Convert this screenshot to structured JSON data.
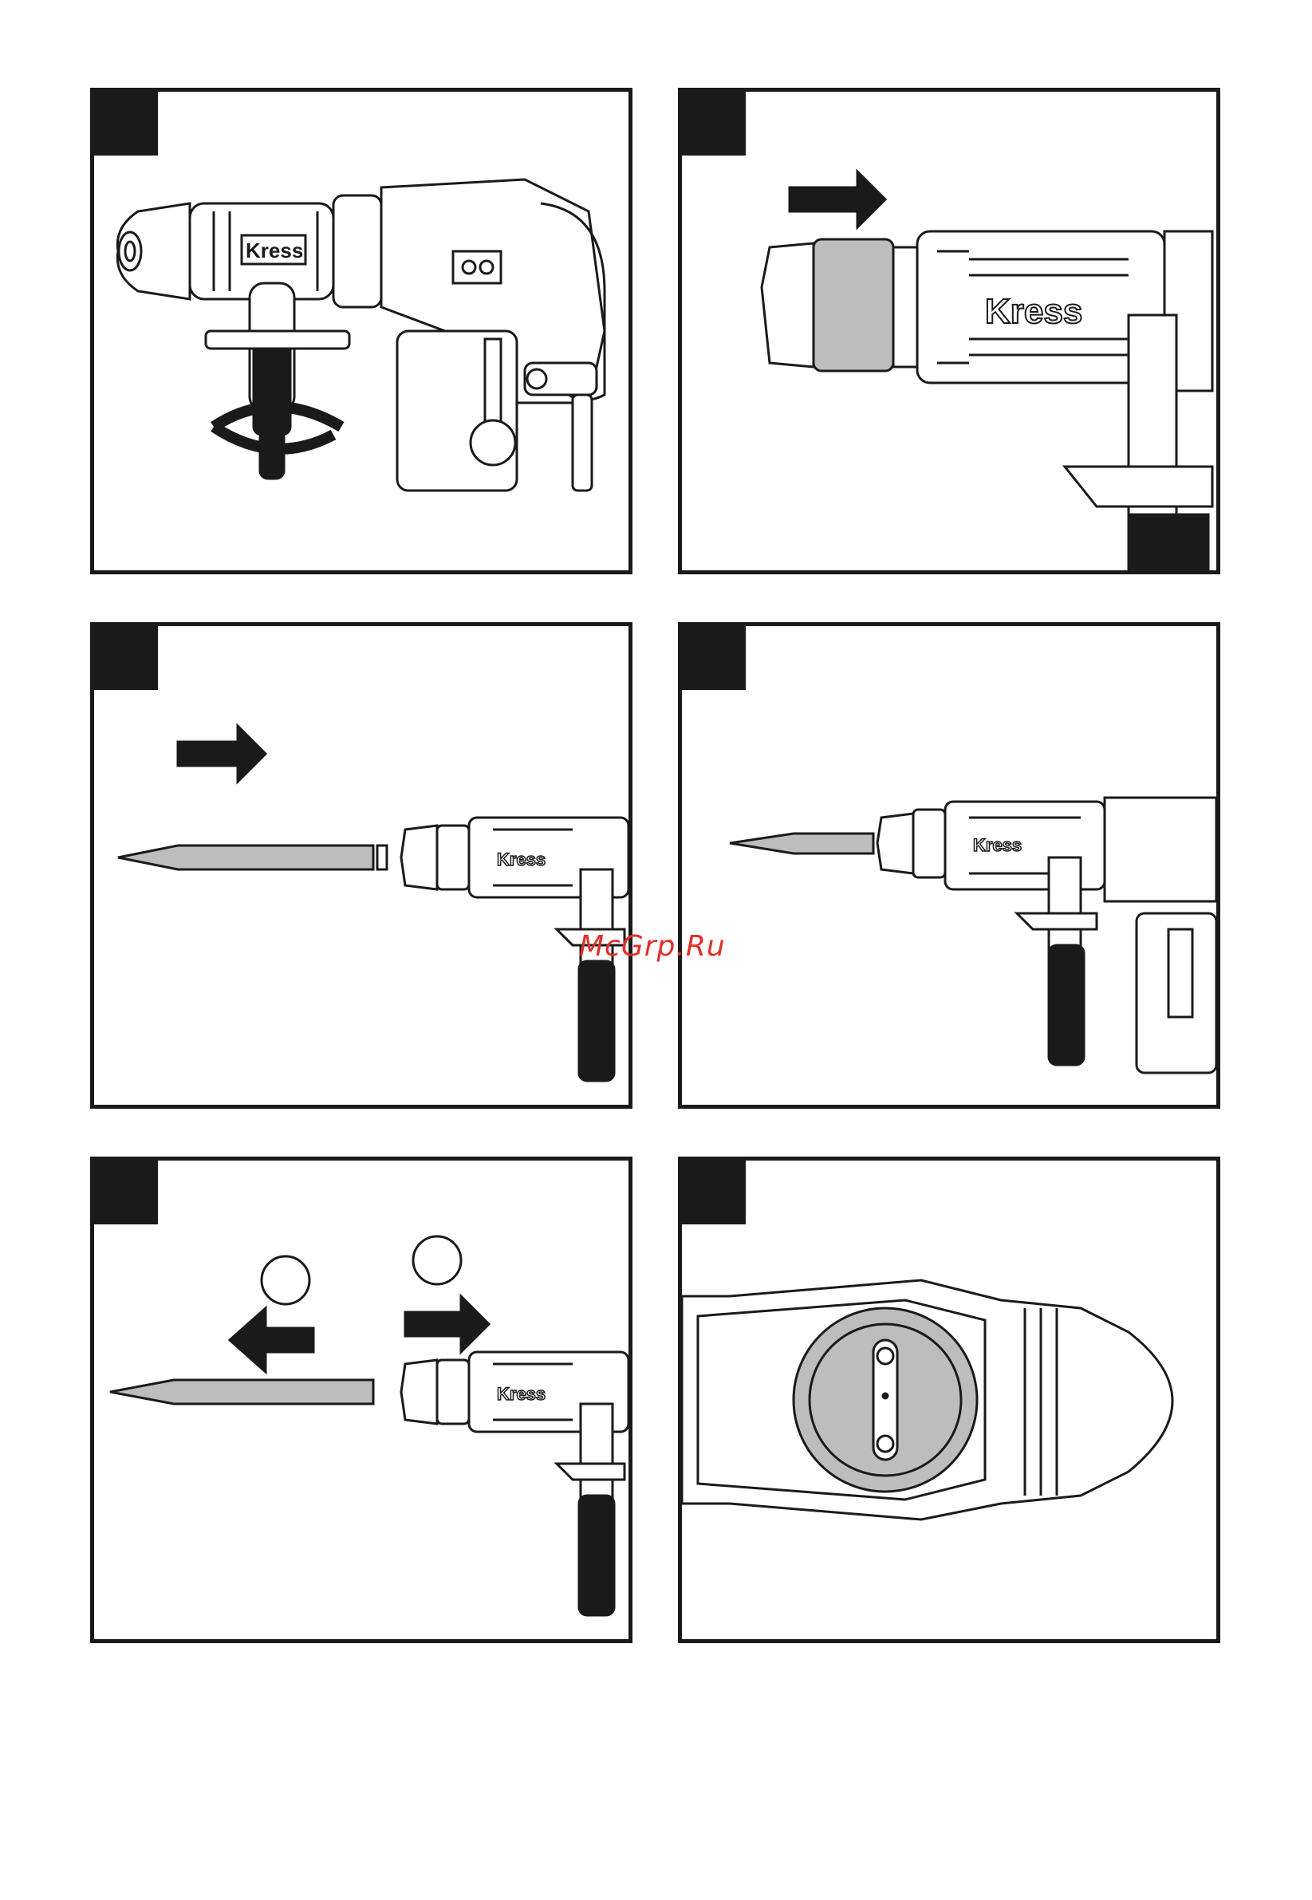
{
  "brand": "Kress",
  "watermark": "McGrp.Ru",
  "colors": {
    "frame": "#1a1a1a",
    "fill_grey": "#bdbdbd",
    "watermark": "#e0302a"
  },
  "panels": [
    {
      "id": "p1",
      "tag_icon": "black-square-icon"
    },
    {
      "id": "p2",
      "tag_icon": "black-square-icon"
    },
    {
      "id": "p3",
      "tag_icon": "black-square-icon"
    },
    {
      "id": "p4",
      "tag_icon": "black-square-icon"
    },
    {
      "id": "p5",
      "tag_icon": "black-square-icon"
    },
    {
      "id": "p6",
      "tag_icon": "black-square-icon"
    }
  ]
}
